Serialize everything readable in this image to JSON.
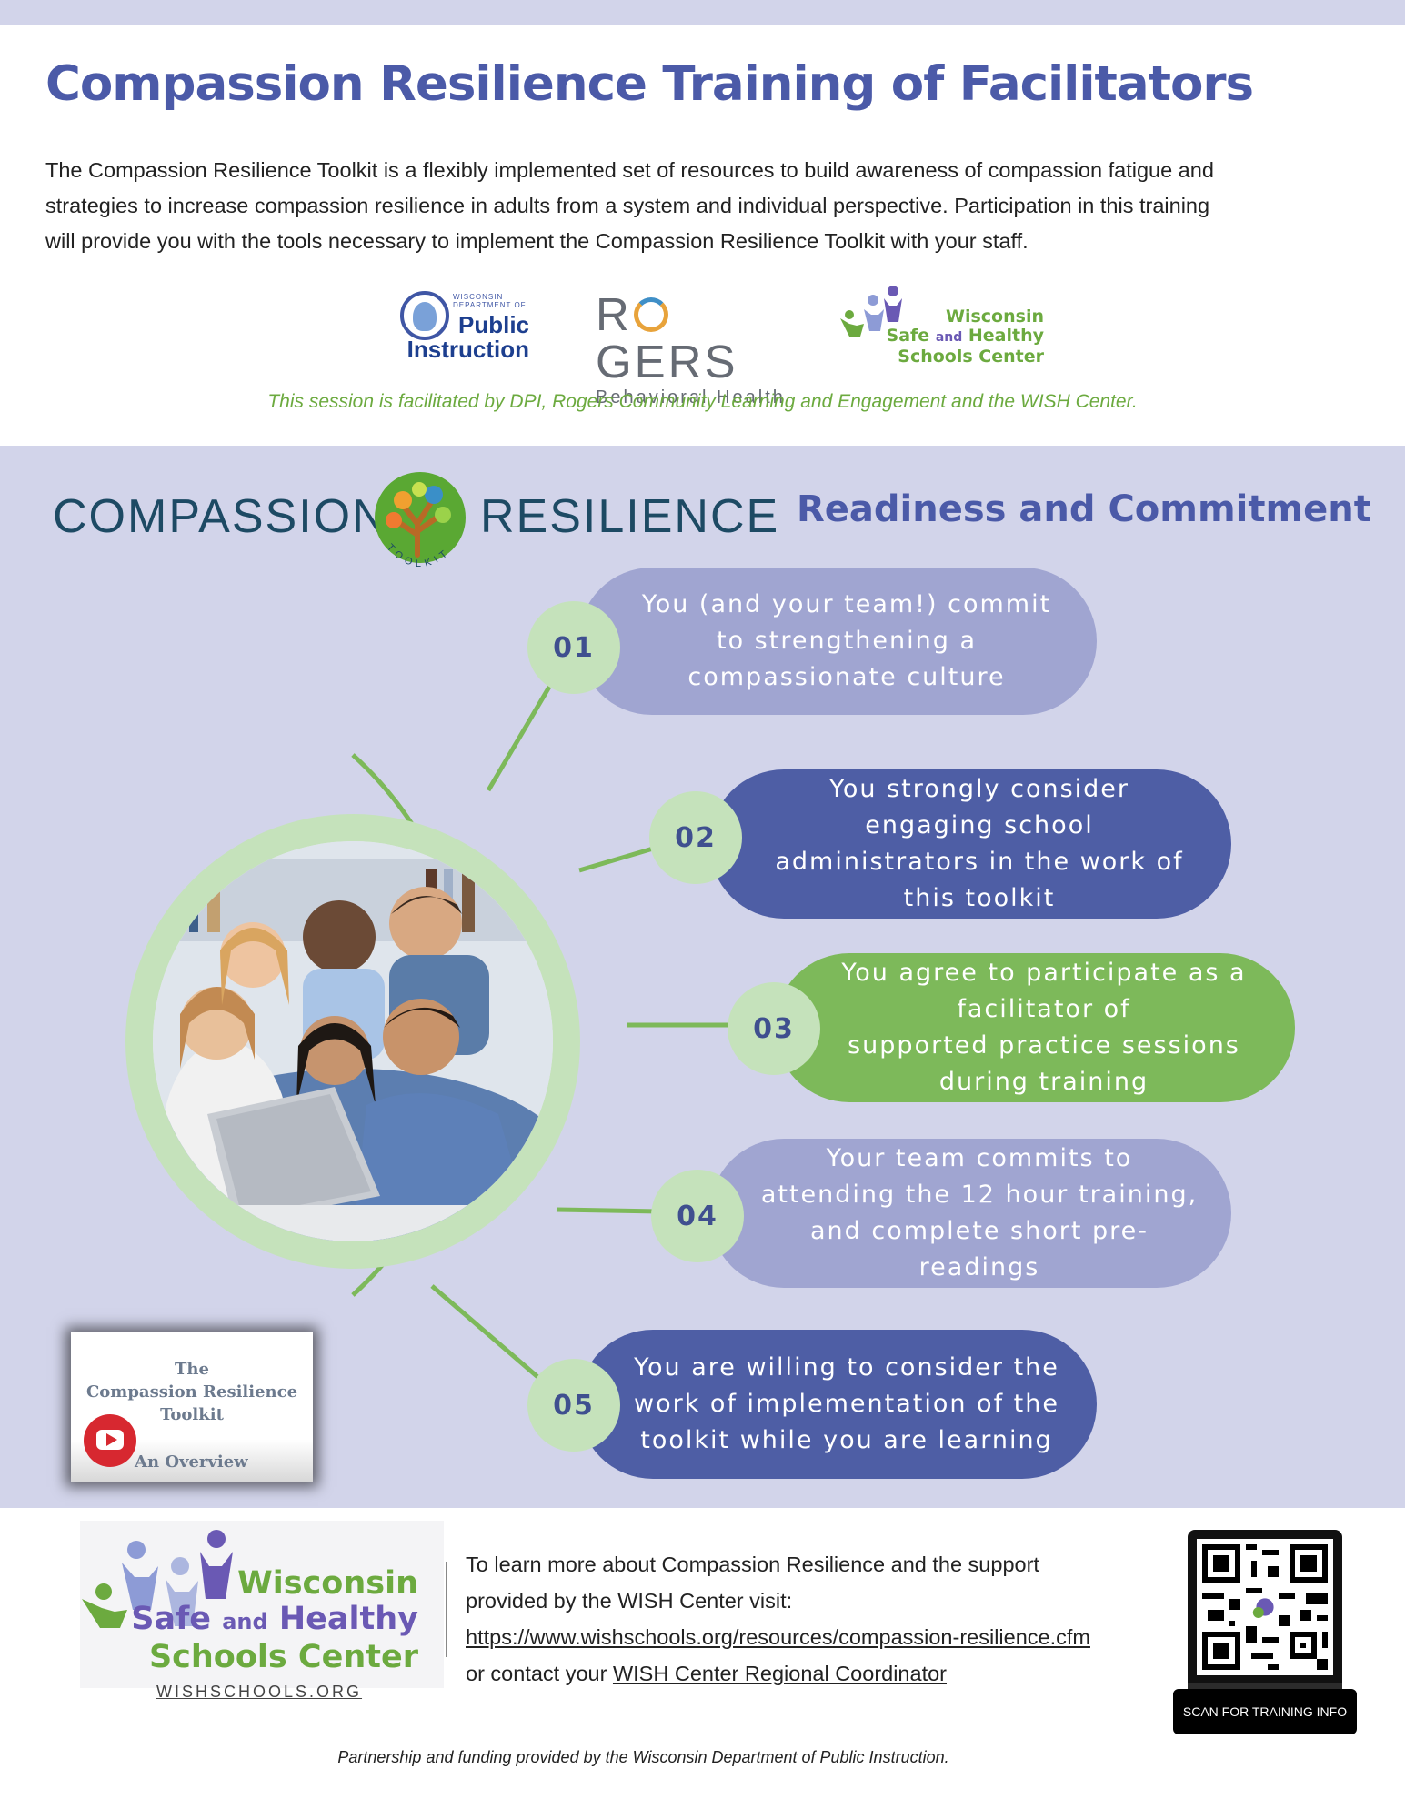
{
  "header": {
    "title": "Compassion Resilience Training of Facilitators",
    "intro_lines": [
      "The Compassion Resilience Toolkit is a flexibly implemented set of resources to build awareness of compassion fatigue and",
      "strategies to increase compassion resilience in adults from a system and individual perspective. Participation in this training",
      "will provide you with the tools necessary to implement the Compassion Resilience Toolkit with your staff."
    ]
  },
  "partner_logos": {
    "dpi": {
      "small_lines": [
        "WISCONSIN",
        "DEPARTMENT OF"
      ],
      "big_lines": [
        "Public",
        "Instruction"
      ]
    },
    "rogers": {
      "name_left": "R",
      "name_right": "GERS",
      "sub": "Behavioral Health"
    },
    "wish": {
      "line1": "Wisconsin",
      "line2a": "Safe",
      "line2b": "and",
      "line2c": "Healthy",
      "line3": "Schools Center"
    }
  },
  "facilitated_note": "This session is facilitated by DPI, Rogers Community Learning and Engagement and the WISH Center.",
  "toolkit_logo": {
    "word_left": "COMPASSION",
    "word_right": "RESILIENCE",
    "arc_text": "TOOLKIT"
  },
  "section": {
    "heading": "Readiness and Commitment"
  },
  "steps": [
    {
      "num": "01",
      "lines": [
        "You (and your team!) commit",
        "to strengthening a",
        "compassionate culture"
      ]
    },
    {
      "num": "02",
      "lines": [
        "You strongly consider",
        "engaging school",
        "administrators in the work of",
        "this toolkit"
      ]
    },
    {
      "num": "03",
      "lines": [
        "You agree to participate as a",
        "facilitator of",
        "supported practice sessions",
        "during training"
      ]
    },
    {
      "num": "04",
      "lines": [
        "Your team commits to",
        "attending the 12 hour training,",
        "and complete short pre-",
        "readings"
      ]
    },
    {
      "num": "05",
      "lines": [
        "You are willing to consider the",
        "work of implementation of the",
        "toolkit while you are learning"
      ]
    }
  ],
  "video": {
    "title_lines": [
      "The",
      "Compassion Resilience",
      "Toolkit"
    ],
    "subtitle": "An Overview"
  },
  "footer": {
    "wish_logo_lines": {
      "line1": "Wisconsin",
      "line2a": "Safe",
      "line2b": "and",
      "line2c": "Healthy",
      "line3": "Schools Center"
    },
    "site": "WISHSCHOOLS.ORG",
    "learn_line1": "To  learn more about Compassion Resilience and the support",
    "learn_line2": "provided by the WISH Center visit:",
    "learn_link": "https://www.wishschools.org/resources/compassion-resilience.cfm",
    "contact_prefix": "or contact your ",
    "contact_link": "WISH Center Regional Coordinator",
    "qr_label": "SCAN FOR TRAINING INFO",
    "funding": "Partnership and funding provided by the Wisconsin Department of Public Instruction."
  },
  "colors": {
    "brand_blue": "#4b5aa8",
    "band": "#d2d4ea",
    "pill_light": "#a0a5d1",
    "pill_dark": "#4e5ea5",
    "pill_green": "#7db95a",
    "number_circle": "#c5e2bb",
    "connector_green": "#7db95a"
  }
}
